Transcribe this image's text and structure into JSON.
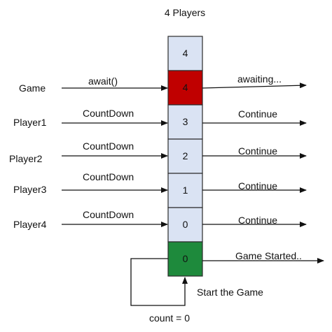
{
  "title": "4 Players",
  "colors": {
    "cell_default": "#dae3f3",
    "cell_waiting": "#c00000",
    "cell_started": "#1e8a3c",
    "line": "#111111"
  },
  "cells": [
    {
      "value": "4",
      "state": "default"
    },
    {
      "value": "4",
      "state": "waiting"
    },
    {
      "value": "3",
      "state": "default"
    },
    {
      "value": "2",
      "state": "default"
    },
    {
      "value": "1",
      "state": "default"
    },
    {
      "value": "0",
      "state": "default"
    },
    {
      "value": "0",
      "state": "started"
    }
  ],
  "rows": [
    {
      "actor": "Game",
      "call": "await()",
      "result": "awaiting..."
    },
    {
      "actor": "Player1",
      "call": "CountDown",
      "result": "Continue"
    },
    {
      "actor": "Player2",
      "call": "CountDown",
      "result": "Continue"
    },
    {
      "actor": "Player3",
      "call": "CountDown",
      "result": "Continue"
    },
    {
      "actor": "Player4",
      "call": "CountDown",
      "result": "Continue"
    }
  ],
  "final": {
    "result": "Game Started..",
    "start_label": "Start the Game",
    "loop_label": "count = 0"
  }
}
